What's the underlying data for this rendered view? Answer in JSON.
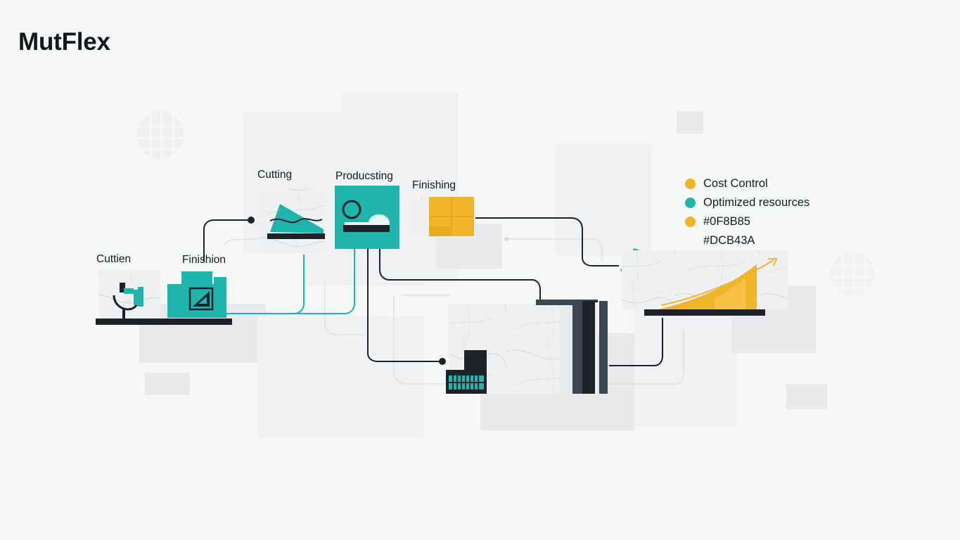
{
  "brand": {
    "name": "MutFlex"
  },
  "stages": {
    "cuttien": "Cuttien",
    "finishion": "Finishion",
    "cutting": "Cutting",
    "producsting": "Producsting",
    "finishing": "Finishing"
  },
  "legend": {
    "items": [
      {
        "label": "Cost Control",
        "color": "#F0B429"
      },
      {
        "label": "Optimized resources",
        "color": "#1FB5AC"
      },
      {
        "label": "#0F8B85",
        "color": "#F0B429"
      },
      {
        "label": "#DCB43A",
        "color": ""
      }
    ]
  },
  "colors": {
    "teal": "#1FB5AC",
    "amber": "#F0B429",
    "dark": "#1C2228",
    "slate": "#3A4652"
  },
  "icons": {
    "brand_logo": "wordmark",
    "cutter": "microscope-cutter-icon",
    "finish_box": "set-square-icon",
    "cutting": "saw-slope-icon",
    "producing": "circle-wave-icon",
    "finishing": "stacked-blocks-icon",
    "ring": "progress-ring-icon",
    "growth": "growth-chart-icon",
    "factory": "factory-icon",
    "tower": "tower-columns-icon"
  }
}
